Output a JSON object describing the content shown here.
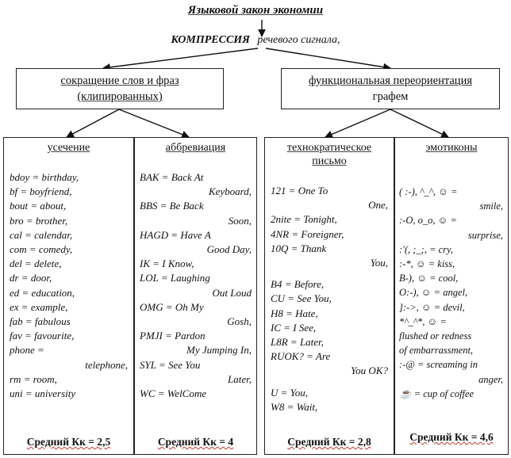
{
  "header": {
    "law": "Языковой закон экономии",
    "compression": "КОМПРЕССИЯ",
    "signal": "речевого сигнала,"
  },
  "branches": [
    {
      "label_line1": "сокращение слов и фраз",
      "label_line2": "(клипированных)"
    },
    {
      "label_line1": "функциональная переориентация",
      "label_line2": "графем"
    }
  ],
  "columns": [
    {
      "title": "усечение",
      "items": [
        [
          "bdoy = birthday,"
        ],
        [
          "bf = boyfriend,"
        ],
        [
          "bout = about,"
        ],
        [
          "bro = brother,"
        ],
        [
          "cal = calendar,"
        ],
        [
          "com = comedy,"
        ],
        [
          "del = delete,"
        ],
        [
          "dr = door,"
        ],
        [
          "ed = education,"
        ],
        [
          "ex = example,"
        ],
        [
          "fab = fabulous"
        ],
        [
          "fav = favourite,"
        ],
        [
          "phone =",
          "telephone,"
        ],
        [
          "rm = room,"
        ],
        [
          "uni = university"
        ]
      ],
      "avg": "Средний Кк = 2,5"
    },
    {
      "title": "аббревиация",
      "items": [
        [
          "BAK = Back At",
          "Keyboard,"
        ],
        [
          "BBS = Be Back",
          "Soon,"
        ],
        [
          "HAGD = Have A",
          "Good Day,"
        ],
        [
          "IK = I Know,"
        ],
        [
          "LOL = Laughing",
          "Out Loud"
        ],
        [
          "OMG = Oh My",
          "Gosh,"
        ],
        [
          "PMJI = Pardon",
          "My Jumping In,"
        ],
        [
          "SYL = See You",
          "Later,"
        ],
        [
          "WC = WelCome"
        ]
      ],
      "avg": "Средний Кк = 4"
    },
    {
      "title": "технократическое письмо",
      "items": [
        [
          "121 = One To",
          "One,"
        ],
        [
          "2nite = Tonight,"
        ],
        [
          "4NR = Foreigner,"
        ],
        [
          "10Q = Thank",
          "You,"
        ],
        [
          ""
        ],
        [
          "B4 = Before,"
        ],
        [
          "CU = See You,"
        ],
        [
          "H8 = Hate,"
        ],
        [
          "IC = I See,"
        ],
        [
          "L8R = Later,"
        ],
        [
          "RUOK? = Are",
          "You OK?"
        ],
        [
          ""
        ],
        [
          "U = You,"
        ],
        [
          "W8 = Wait,"
        ]
      ],
      "avg": "Средний Кк = 2,8"
    },
    {
      "title": "эмотиконы",
      "items": [
        [
          "( :-), ^_^, ☺ =",
          "smile,"
        ],
        [
          ":-O, o_o, ☺ =",
          "surprise,"
        ],
        [
          ":'(, ;_;, = cry,"
        ],
        [
          ":-*, ☺ = kiss,"
        ],
        [
          "B-), ☺ = cool,"
        ],
        [
          "O:-), ☺ = angel,"
        ],
        [
          "]:->, ☺ = devil,"
        ],
        [
          "*^_^*, ☺ ="
        ],
        [
          "flushed or redness"
        ],
        [
          "of embarrassment,"
        ],
        [
          ":-@ = screaming in",
          "anger,"
        ],
        [
          "☕ = cup of coffee"
        ]
      ],
      "avg": "Средний Кк = 4,6"
    }
  ]
}
